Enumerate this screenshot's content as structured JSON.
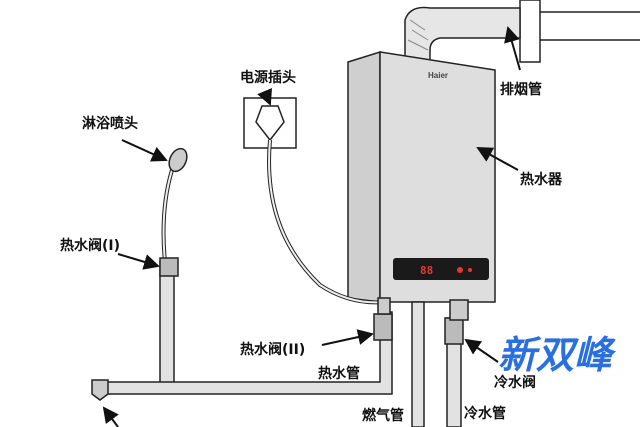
{
  "labels": {
    "power_plug": "电源插头",
    "shower_head": "淋浴喷头",
    "hot_valve_1": "热水阀(I)",
    "exhaust_pipe": "排烟管",
    "water_heater": "热水器",
    "hot_valve_2": "热水阀(II)",
    "hot_pipe": "热水管",
    "cold_valve": "冷水阀",
    "gas_pipe": "燃气管",
    "cold_pipe": "冷水管"
  },
  "heater": {
    "brand": "Haier",
    "display": "88"
  },
  "watermark": "新双峰",
  "colors": {
    "pipe": "#d9d9d9",
    "outline": "#222222",
    "display": "#e53a2a",
    "watermark": "#2a6fe0"
  }
}
